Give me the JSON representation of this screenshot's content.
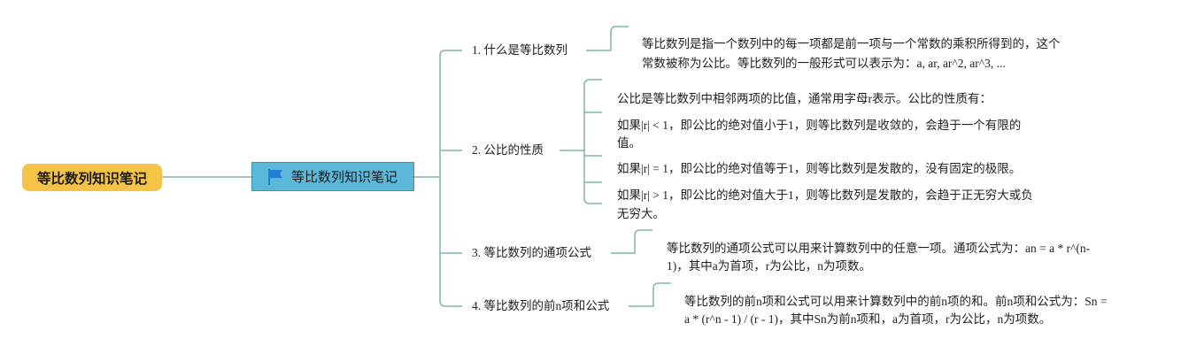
{
  "root": {
    "label": "等比数列知识笔记"
  },
  "central": {
    "label": "等比数列知识笔记",
    "icon": "flag-icon"
  },
  "topics": [
    {
      "label": "1. 什么是等比数列",
      "children": [
        {
          "lines": [
            "等比数列是指一个数列中的每一项都是前一项与一个常数的乘积所得到的，这个",
            "常数被称为公比。等比数列的一般形式可以表示为：a, ar, ar^2, ar^3, ..."
          ]
        }
      ]
    },
    {
      "label": "2. 公比的性质",
      "children": [
        {
          "lines": [
            "公比是等比数列中相邻两项的比值，通常用字母r表示。公比的性质有："
          ]
        },
        {
          "lines": [
            "如果|r| < 1，即公比的绝对值小于1，则等比数列是收敛的，会趋于一个有限的",
            "值。"
          ]
        },
        {
          "lines": [
            "如果|r| = 1，即公比的绝对值等于1，则等比数列是发散的，没有固定的极限。"
          ]
        },
        {
          "lines": [
            "如果|r| > 1，即公比的绝对值大于1，则等比数列是发散的，会趋于正无穷大或负",
            "无穷大。"
          ]
        }
      ]
    },
    {
      "label": "3. 等比数列的通项公式",
      "children": [
        {
          "lines": [
            "等比数列的通项公式可以用来计算数列中的任意一项。通项公式为：an = a * r^(n-",
            "1)，其中a为首项，r为公比，n为项数。"
          ]
        }
      ]
    },
    {
      "label": "4. 等比数列的前n项和公式",
      "children": [
        {
          "lines": [
            "等比数列的前n项和公式可以用来计算数列中的前n项的和。前n项和公式为：Sn =",
            "a * (r^n - 1) / (r - 1)，其中Sn为前n项和，a为首项，r为公比，n为项数。"
          ]
        }
      ]
    }
  ],
  "colors": {
    "root_fill": "#f4c244",
    "central_fill": "#5cb8d8",
    "central_border": "#3b93b5",
    "connector": "#7fb5aa",
    "flag": "#1f7fd6",
    "text": "#222222"
  }
}
